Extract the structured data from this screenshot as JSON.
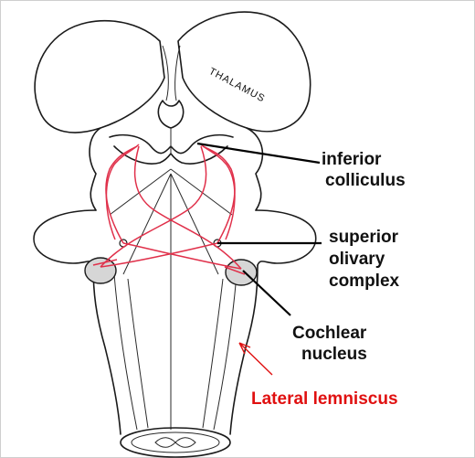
{
  "figure": {
    "inner_label": "THALAMUS",
    "labels": {
      "inferior_colliculus": [
        "inferior",
        "colliculus"
      ],
      "superior_olivary_complex": [
        "superior",
        "olivary",
        "complex"
      ],
      "cochlear_nucleus": [
        "Cochlear",
        "nucleus"
      ],
      "lateral_lemniscus": "Lateral lemniscus"
    },
    "colors": {
      "ink": "#1a1a1a",
      "tract": "#e0304a",
      "highlight_label": "#e01010",
      "nucleus_fill": "#d6d6d6"
    }
  }
}
